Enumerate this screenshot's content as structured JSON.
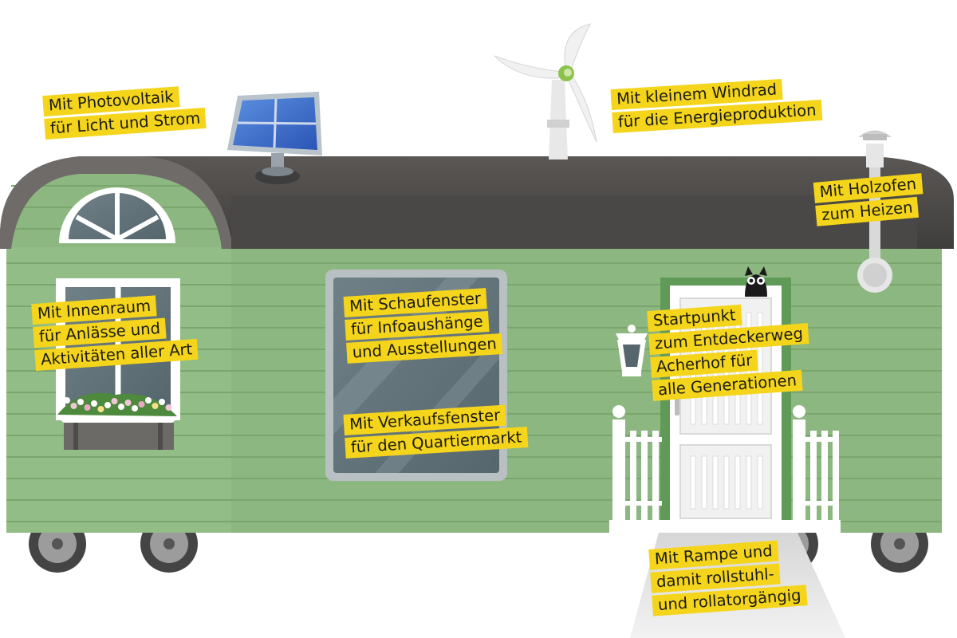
{
  "colors": {
    "wall": "#8db780",
    "wall_dark": "#7aa66d",
    "roof": "#4a4846",
    "label_bg": "#f4d51b",
    "owl": "#1a1a1a"
  },
  "labels": {
    "photovoltaik": [
      "Mit Photovoltaik",
      "für Licht und Strom"
    ],
    "windrad": [
      "Mit kleinem Windrad",
      "für die Energieproduktion"
    ],
    "holzofen": [
      "Mit Holzofen",
      "zum Heizen"
    ],
    "innenraum": [
      "Mit Innenraum",
      "für Anlässe und",
      "Aktivitäten aller Art"
    ],
    "schaufenster": [
      "Mit Schaufenster",
      "für Infoaushänge",
      "und Ausstellungen"
    ],
    "verkaufsfenster": [
      "Mit Verkaufsfenster",
      "für den Quartiermarkt"
    ],
    "startpunkt": [
      "Startpunkt",
      "zum Entdeckerweg",
      "Acherhof für",
      "alle Generationen"
    ],
    "rampe": [
      "Mit Rampe und",
      "damit rollstuhl-",
      "und rollatorgängig"
    ]
  },
  "icons": [
    "solar-panel-icon",
    "wind-turbine-icon",
    "chimney-icon",
    "owl-icon",
    "lantern-icon"
  ]
}
